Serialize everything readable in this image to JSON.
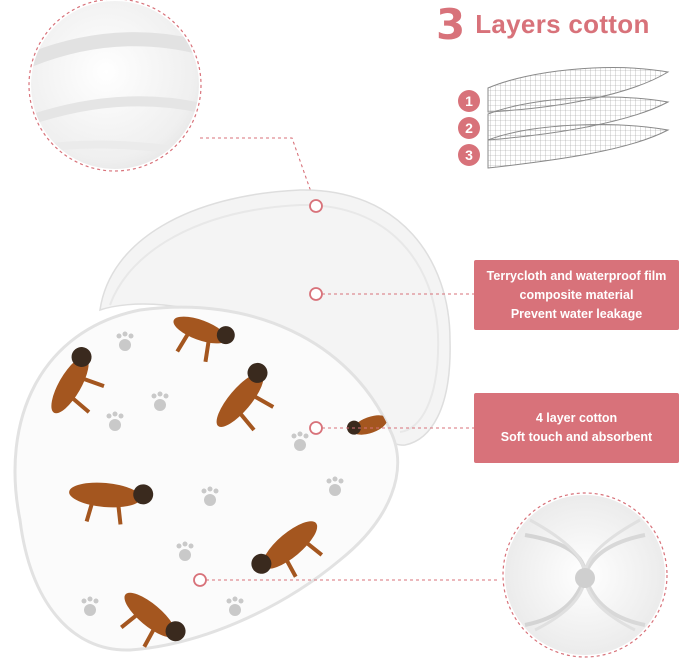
{
  "header": {
    "number": "3",
    "title": "Layers cotton"
  },
  "layers": {
    "labels": [
      "1",
      "2",
      "3"
    ]
  },
  "callouts": [
    {
      "lines": [
        "Terrycloth and waterproof film",
        "composite material",
        "Prevent water leakage"
      ]
    },
    {
      "lines": [
        "4 layer cotton",
        "Soft touch and absorbent"
      ]
    }
  ],
  "colors": {
    "accent": "#d8727a",
    "fabric": "#f7f7f7",
    "paw": "#c9c9c9",
    "dog_brown": "#a4561f"
  }
}
